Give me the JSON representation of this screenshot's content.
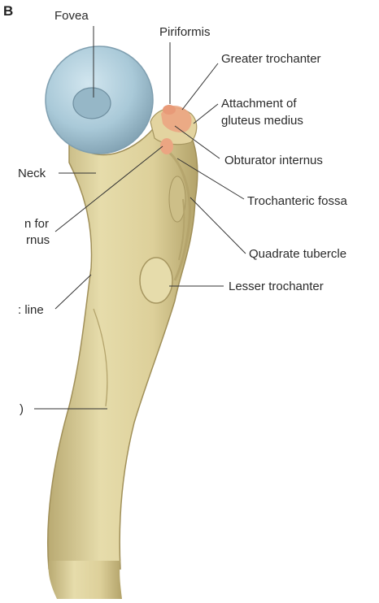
{
  "panel_letter": "B",
  "labels": {
    "fovea": "Fovea",
    "piriformis": "Piriformis",
    "greater_trochanter": "Greater trochanter",
    "attachment_line1": "Attachment of",
    "attachment_line2": "gluteus medius",
    "obturator_internus": "Obturator internus",
    "trochanteric_fossa": "Trochanteric fossa",
    "quadrate_tubercle": "Quadrate tubercle",
    "lesser_trochanter": "Lesser trochanter",
    "neck": "Neck",
    "groove_line1": "n for",
    "groove_line2": "rnus",
    "line_partial": ": line",
    "shaft_partial": ")"
  },
  "colors": {
    "bone": "#e3d8a6",
    "bone_shadow": "#c2b37c",
    "head": "#a9c9d8",
    "head_rim": "#7f9fb0",
    "attachment": "#eba582",
    "leader": "#333333"
  }
}
